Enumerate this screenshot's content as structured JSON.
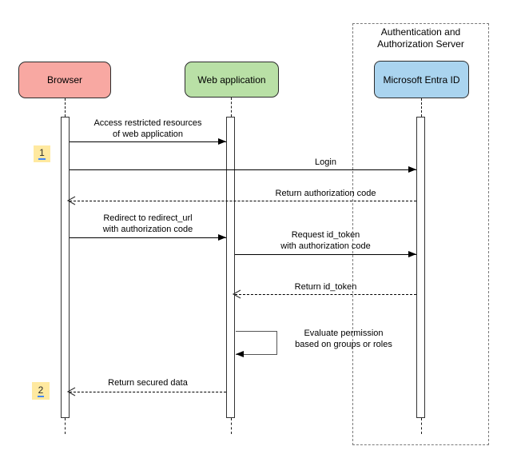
{
  "diagram_type": "sequence-diagram",
  "actors": [
    {
      "label": "Browser",
      "color": "#f8a8a2"
    },
    {
      "label": "Web application",
      "color": "#b9e0a6"
    },
    {
      "label": "Microsoft Entra ID",
      "color": "#aad4ef"
    }
  ],
  "server_group": {
    "title_line1": "Authentication and",
    "title_line2": "Authorization Server"
  },
  "messages": [
    {
      "from": "Browser",
      "to": "Web application",
      "style": "solid-arrow",
      "line1": "Access restricted resources",
      "line2": "of web application"
    },
    {
      "from": "Browser",
      "to": "Microsoft Entra ID",
      "style": "solid-arrow",
      "line1": "Login"
    },
    {
      "from": "Microsoft Entra ID",
      "to": "Browser",
      "style": "dashed-return",
      "line1": "Return authorization code"
    },
    {
      "from": "Browser",
      "to": "Web application",
      "style": "solid-arrow",
      "line1": "Redirect to redirect_url",
      "line2": "with authorization code"
    },
    {
      "from": "Web application",
      "to": "Microsoft Entra ID",
      "style": "solid-arrow",
      "line1": "Request id_token",
      "line2": "with authorization code"
    },
    {
      "from": "Microsoft Entra ID",
      "to": "Web application",
      "style": "dashed-return",
      "line1": "Return id_token"
    },
    {
      "from": "Web application",
      "to": "Web application",
      "style": "self-loop",
      "line1": "Evaluate permission",
      "line2": "based on groups or roles"
    },
    {
      "from": "Web application",
      "to": "Browser",
      "style": "dashed-return",
      "line1": "Return secured data"
    }
  ],
  "step_badges": [
    {
      "label": "1",
      "color": "#ffe9a0",
      "underline_color": "#4285f4"
    },
    {
      "label": "2",
      "color": "#ffe9a0",
      "underline_color": "#4285f4"
    }
  ]
}
